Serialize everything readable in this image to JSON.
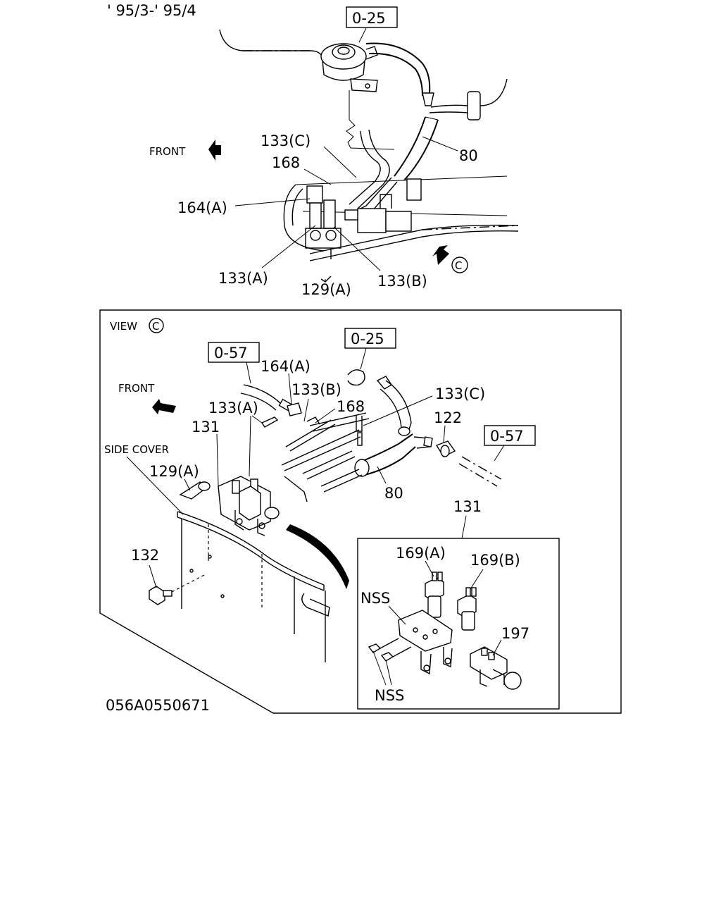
{
  "header": {
    "date_range": "' 95/3-' 95/4"
  },
  "top_view": {
    "ref_025": "0-25",
    "front_label": "FRONT",
    "view_marker": "C",
    "labels": {
      "l133c": "133(C)",
      "l168": "168",
      "l80": "80",
      "l164a": "164(A)",
      "l133a": "133(A)",
      "l133b": "133(B)",
      "l129a": "129(A)"
    }
  },
  "view_c": {
    "title": "VIEW",
    "marker": "C",
    "front_label": "FRONT",
    "ref_057_left": "0-57",
    "ref_025": "0-25",
    "ref_057_right": "0-57",
    "side_cover": "SIDE COVER",
    "labels": {
      "l164a": "164(A)",
      "l133b": "133(B)",
      "l133c": "133(C)",
      "l168": "168",
      "l133a": "133(A)",
      "l131": "131",
      "l122": "122",
      "l129a": "129(A)",
      "l80": "80",
      "l132": "132"
    },
    "detail": {
      "l131": "131",
      "l169a": "169(A)",
      "l169b": "169(B)",
      "nss_top": "NSS",
      "l197": "197",
      "nss_bottom": "NSS"
    }
  },
  "footer": {
    "drawing_code": "056A0550671"
  },
  "colors": {
    "ink": "#000000",
    "paper": "#ffffff"
  }
}
